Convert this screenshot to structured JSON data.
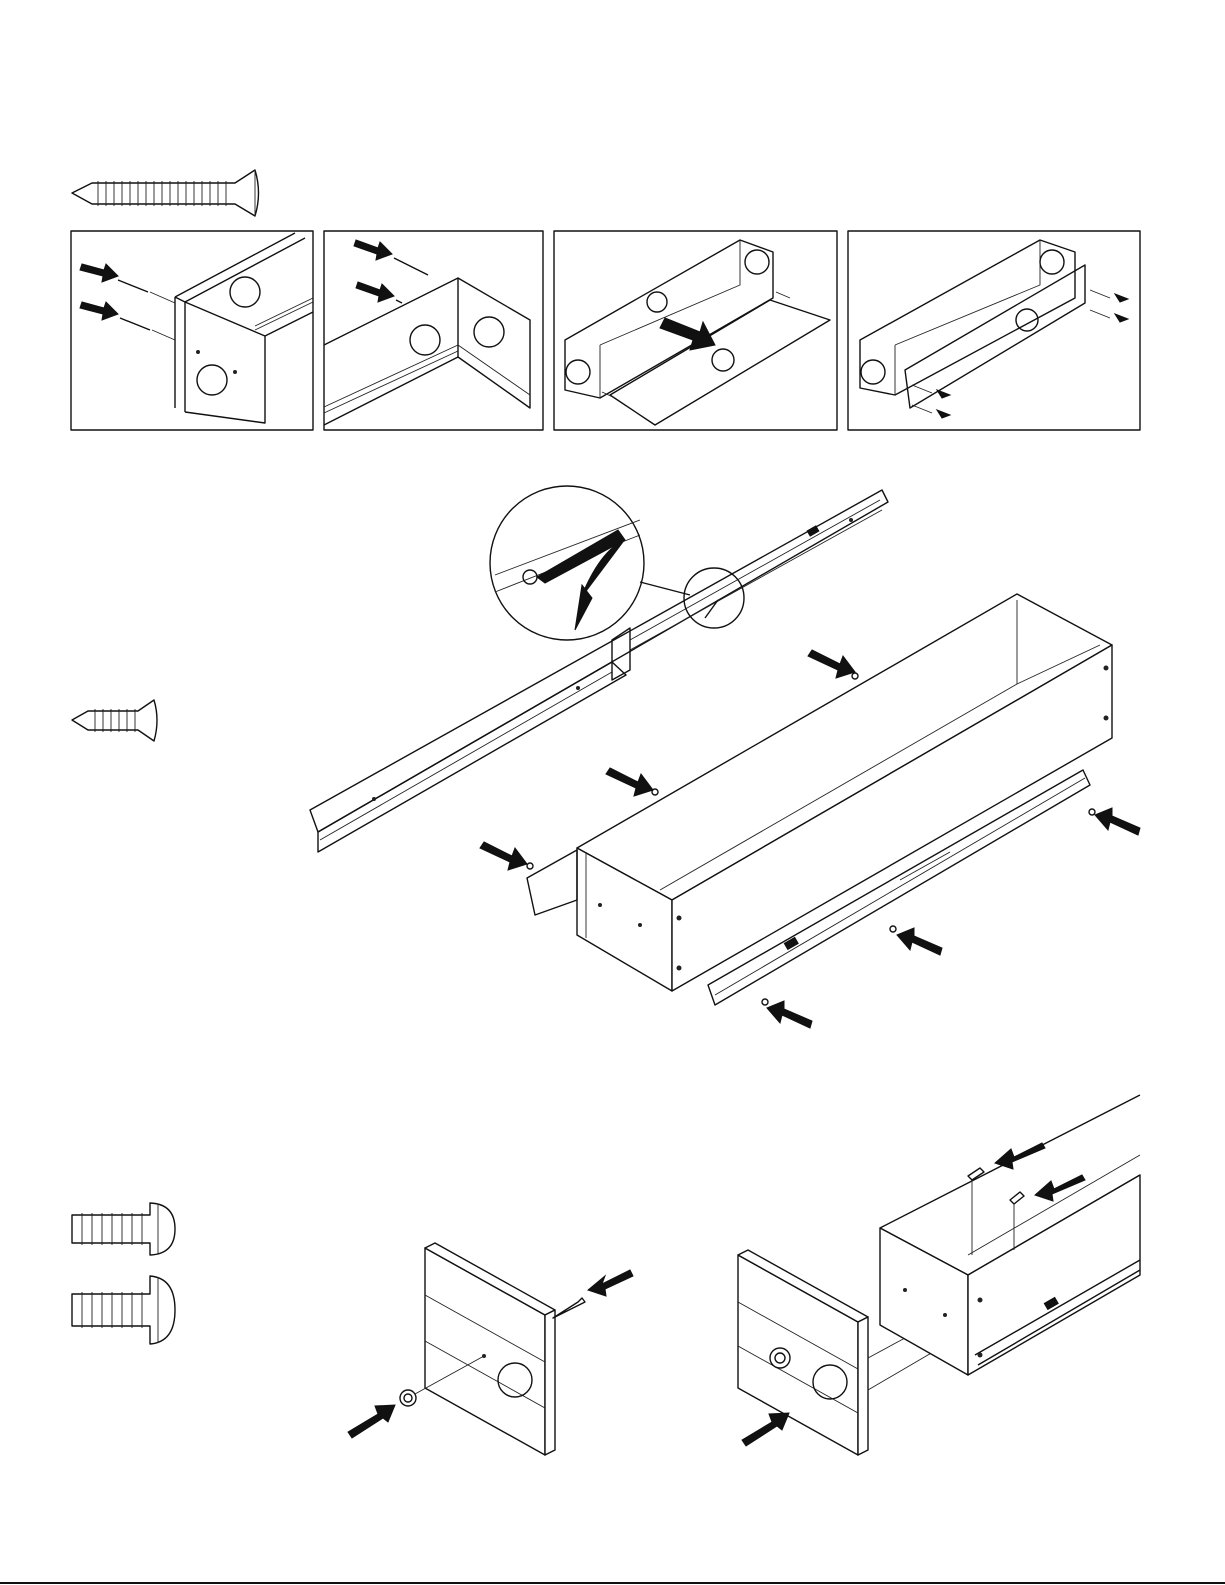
{
  "page": {
    "description_text": [],
    "colors": {
      "ink": "#111111",
      "paper": "#ffffff"
    }
  },
  "hardware": [
    {
      "icon": "flat-head-long-screw-icon",
      "section": "box-assembly"
    },
    {
      "icon": "flat-head-short-screw-icon",
      "section": "slide-mounting"
    },
    {
      "icon": "pan-head-short-screw-icon",
      "section": "front-attachment"
    },
    {
      "icon": "pan-head-long-screw-icon",
      "section": "front-attachment"
    }
  ],
  "steps": [
    {
      "id": "panel-1",
      "content": "attach-side-to-back"
    },
    {
      "id": "panel-2",
      "content": "attach-second-side"
    },
    {
      "id": "panel-3",
      "content": "slide-in-bottom"
    },
    {
      "id": "panel-4",
      "content": "attach-front"
    },
    {
      "id": "slide-step",
      "content": "mount-drawer-slides"
    },
    {
      "id": "front-step",
      "content": "attach-drawer-front-and-knob"
    }
  ]
}
